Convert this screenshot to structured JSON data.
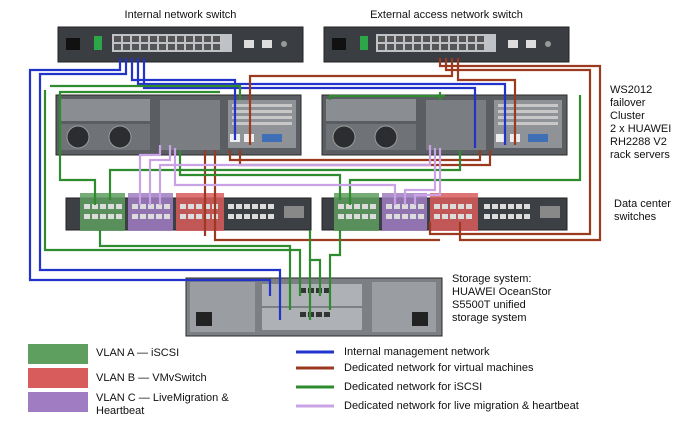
{
  "labels": {
    "internal_switch": "Internal network switch",
    "external_switch": "External access network switch",
    "cluster": [
      "WS2012",
      "failover",
      "Cluster",
      "2 x HUAWEI",
      "RH2288 V2",
      "rack servers"
    ],
    "dc_switches": [
      "Data center",
      "switches"
    ],
    "storage": [
      "Storage system:",
      "HUAWEI OceanStor",
      "S5500T unified",
      "storage system"
    ]
  },
  "vlans": [
    {
      "label": [
        "VLAN A — iSCSI"
      ],
      "color": "#5e9e5e"
    },
    {
      "label": [
        "VLAN B — VMvSwitch"
      ],
      "color": "#d95c5c"
    },
    {
      "label": [
        "VLAN C — LiveMigration &",
        "Heartbeat"
      ],
      "color": "#a07cc2"
    }
  ],
  "networks": [
    {
      "label": "Internal management network",
      "color": "#2233cc"
    },
    {
      "label": "Dedicated network for virtual machines",
      "color": "#9b3a1e"
    },
    {
      "label": "Dedicated network for iSCSI",
      "color": "#2e8b2e"
    },
    {
      "label": "Dedicated network for live migration & heartbeat",
      "color": "#c9a3e6"
    }
  ]
}
